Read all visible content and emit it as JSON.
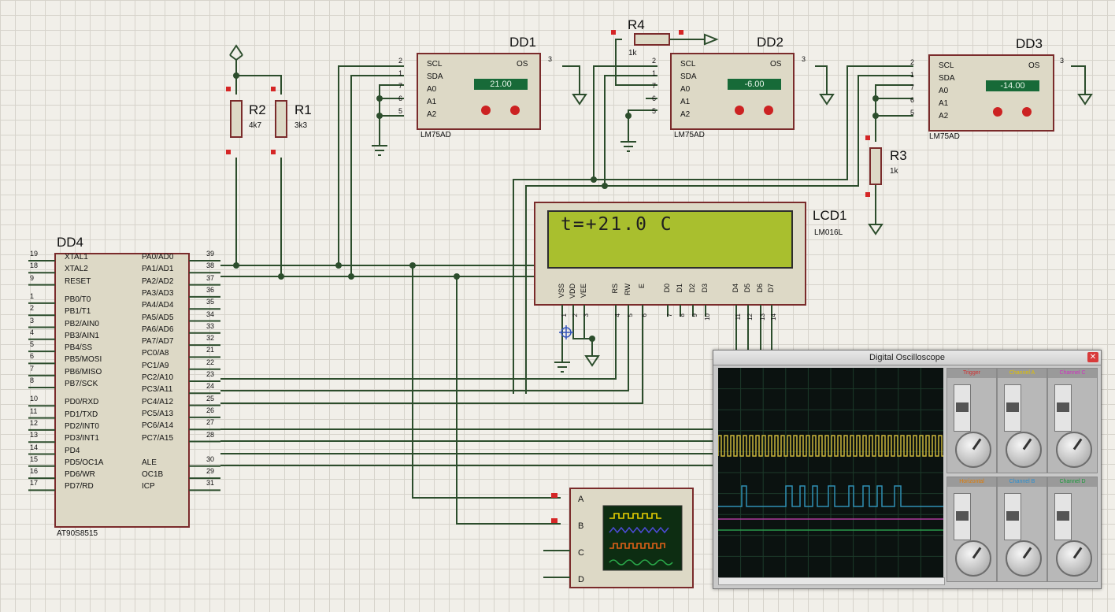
{
  "parts": {
    "dd1": {
      "ref": "DD1",
      "type": "LM75AD",
      "reading": "21.00",
      "pins_left": [
        "SCL",
        "SDA",
        "A0",
        "A1",
        "A2"
      ],
      "pin_nums_left": [
        "2",
        "1",
        "7",
        "6",
        "5"
      ],
      "pin_right": "OS",
      "pin_num_right": "3"
    },
    "dd2": {
      "ref": "DD2",
      "type": "LM75AD",
      "reading": "-6.00",
      "pins_left": [
        "SCL",
        "SDA",
        "A0",
        "A1",
        "A2"
      ],
      "pin_nums_left": [
        "2",
        "1",
        "7",
        "6",
        "5"
      ],
      "pin_right": "OS",
      "pin_num_right": "3"
    },
    "dd3": {
      "ref": "DD3",
      "type": "LM75AD",
      "reading": "-14.00",
      "pins_left": [
        "SCL",
        "SDA",
        "A0",
        "A1",
        "A2"
      ],
      "pin_nums_left": [
        "2",
        "1",
        "7",
        "6",
        "5"
      ],
      "pin_right": "OS",
      "pin_num_right": "3"
    },
    "r1": {
      "ref": "R1",
      "value": "3k3"
    },
    "r2": {
      "ref": "R2",
      "value": "4k7"
    },
    "r3": {
      "ref": "R3",
      "value": "1k"
    },
    "r4": {
      "ref": "R4",
      "value": "1k"
    },
    "lcd": {
      "ref": "LCD1",
      "type": "LM016L",
      "text": "t=+21.0 C",
      "pins": [
        "VSS",
        "VDD",
        "VEE",
        "RS",
        "RW",
        "E",
        "D0",
        "D1",
        "D2",
        "D3",
        "D4",
        "D5",
        "D6",
        "D7"
      ],
      "pin_nums": [
        "1",
        "2",
        "3",
        "4",
        "5",
        "6",
        "7",
        "8",
        "9",
        "10",
        "11",
        "12",
        "13",
        "14"
      ]
    },
    "mcu": {
      "ref": "DD4",
      "type": "AT90S8515",
      "left_names": [
        "XTAL1",
        "XTAL2",
        "RESET",
        "PB0/T0",
        "PB1/T1",
        "PB2/AIN0",
        "PB3/AIN1",
        "PB4/SS",
        "PB5/MOSI",
        "PB6/MISO",
        "PB7/SCK",
        "PD0/RXD",
        "PD1/TXD",
        "PD2/INT0",
        "PD3/INT1",
        "PD4",
        "PD5/OC1A",
        "PD6/WR",
        "PD7/RD"
      ],
      "left_nums": [
        "19",
        "18",
        "9",
        "1",
        "2",
        "3",
        "4",
        "5",
        "6",
        "7",
        "8",
        "10",
        "11",
        "12",
        "13",
        "14",
        "15",
        "16",
        "17"
      ],
      "right_names": [
        "PA0/AD0",
        "PA1/AD1",
        "PA2/AD2",
        "PA3/AD3",
        "PA4/AD4",
        "PA5/AD5",
        "PA6/AD6",
        "PA7/AD7",
        "PC0/A8",
        "PC1/A9",
        "PC2/A10",
        "PC3/A11",
        "PC4/A12",
        "PC5/A13",
        "PC6/A14",
        "PC7/A15",
        "ALE",
        "OC1B",
        "ICP"
      ],
      "right_nums": [
        "39",
        "38",
        "37",
        "36",
        "35",
        "34",
        "33",
        "32",
        "21",
        "22",
        "23",
        "24",
        "25",
        "26",
        "27",
        "28",
        "30",
        "29",
        "31"
      ]
    },
    "logic_analyzer": {
      "channels": [
        "A",
        "B",
        "C",
        "D"
      ]
    }
  },
  "oscilloscope": {
    "title": "Digital Oscilloscope",
    "sections": [
      "Trigger",
      "Channel A",
      "Channel C",
      "Horizontal",
      "Channel B",
      "Channel D"
    ],
    "section_colors": [
      "#d03030",
      "#e0c000",
      "#d030c0",
      "#e07a00",
      "#2a8fd0",
      "#1a9a3a"
    ]
  },
  "colors": {
    "wire": "#2c4d2c",
    "chip_border": "#7a2b2b",
    "chip_fill": "#ddd9c6",
    "lcd_bg": "#a9bf2e",
    "trace_a": "#c9b53a",
    "trace_b": "#2f8fb4"
  }
}
